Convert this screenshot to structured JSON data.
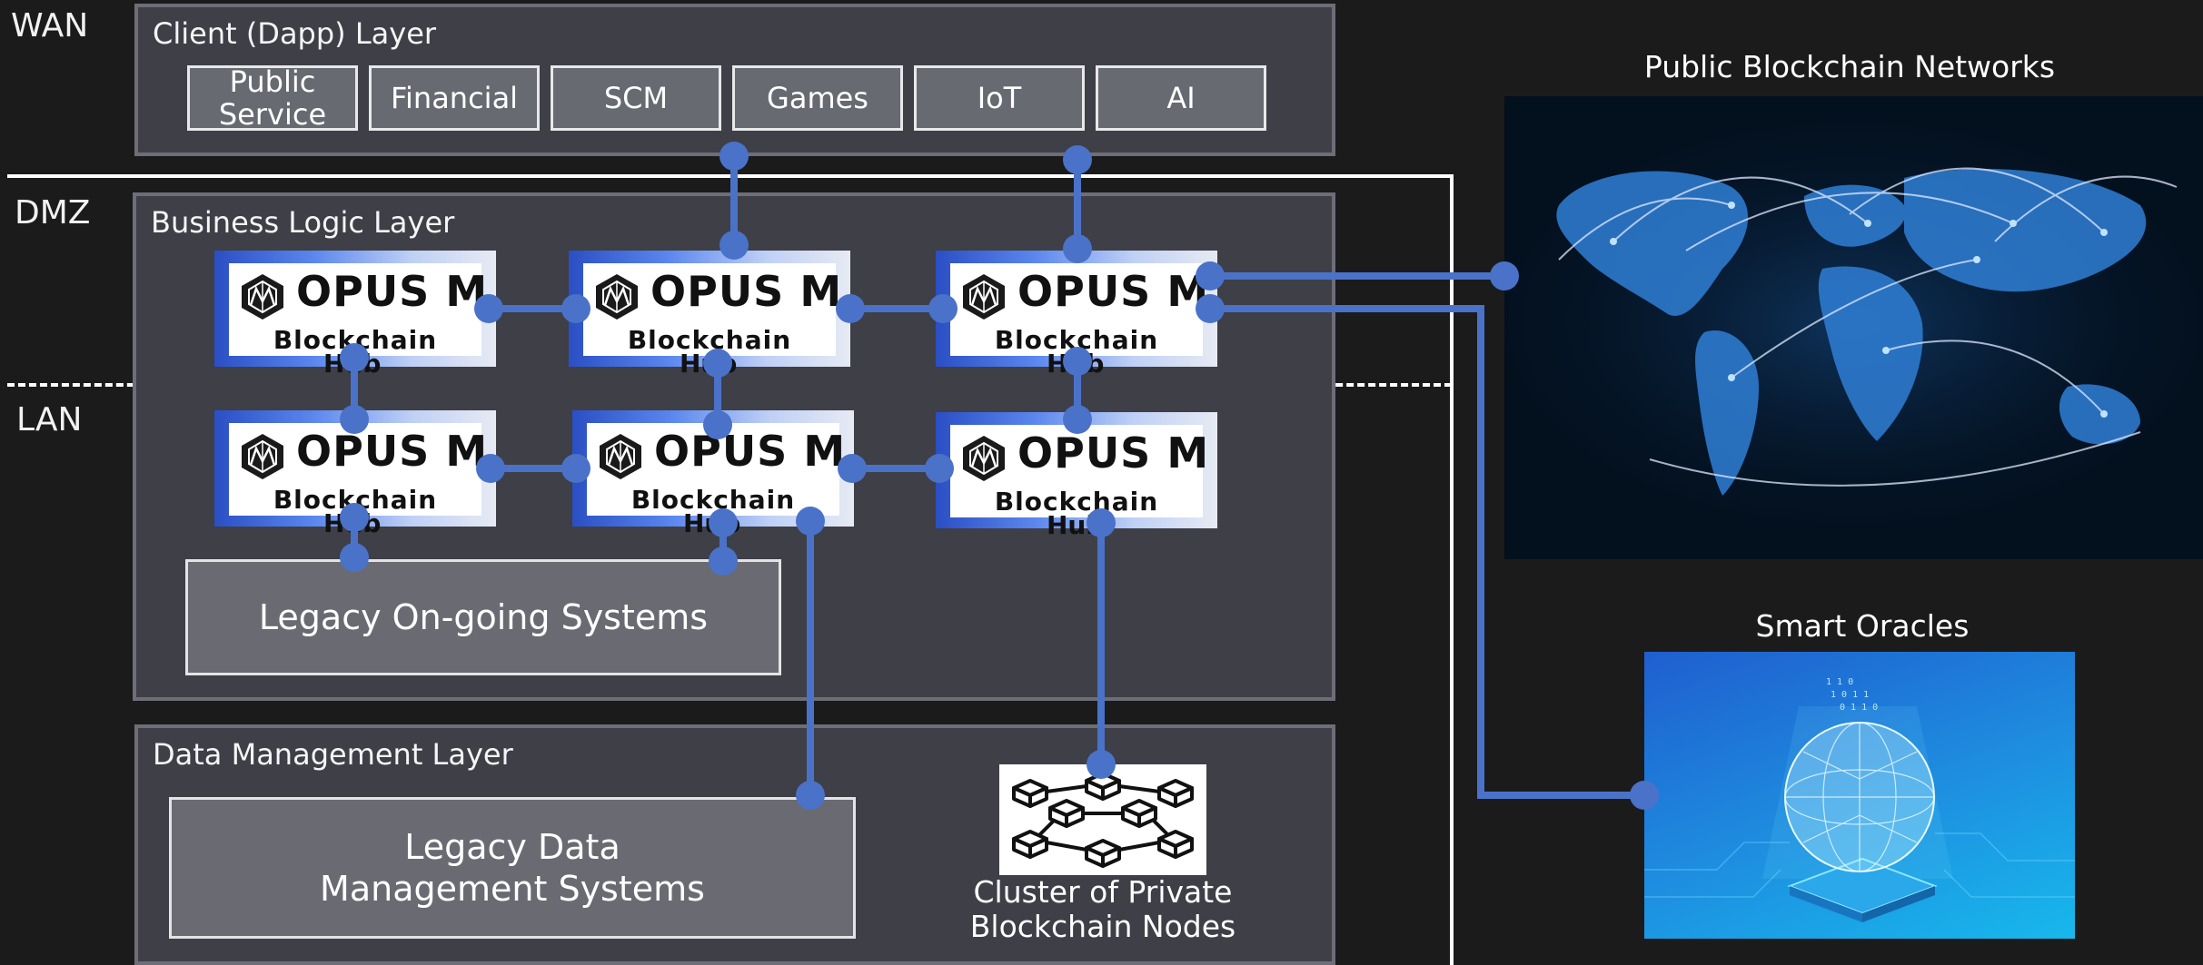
{
  "zones": {
    "wan": "WAN",
    "dmz": "DMZ",
    "lan": "LAN"
  },
  "client_layer": {
    "title": "Client (Dapp) Layer",
    "items": [
      "Public\nService",
      "Financial",
      "SCM",
      "Games",
      "IoT",
      "AI"
    ]
  },
  "business_layer": {
    "title": "Business Logic Layer"
  },
  "hub": {
    "brand": "OPUS M",
    "line1": "Blockchain",
    "line2": "Hub"
  },
  "legacy_ongoing": "Legacy On-going Systems",
  "data_layer": {
    "title": "Data Management Layer"
  },
  "legacy_data": "Legacy Data\nManagement Systems",
  "private_nodes_caption": "Cluster of Private\nBlockchain Nodes",
  "public_networks_title": "Public Blockchain Networks",
  "smart_oracles_title": "Smart Oracles",
  "colors": {
    "background": "#1b1b1c",
    "layer_fill": "#3e3f47",
    "connector": "#4a72c8",
    "hub_gradient_start": "#2a4fc4"
  },
  "icons": [
    "opus-m-logo-icon",
    "blockchain-cluster-icon",
    "world-network-image",
    "oracle-globe-image"
  ]
}
